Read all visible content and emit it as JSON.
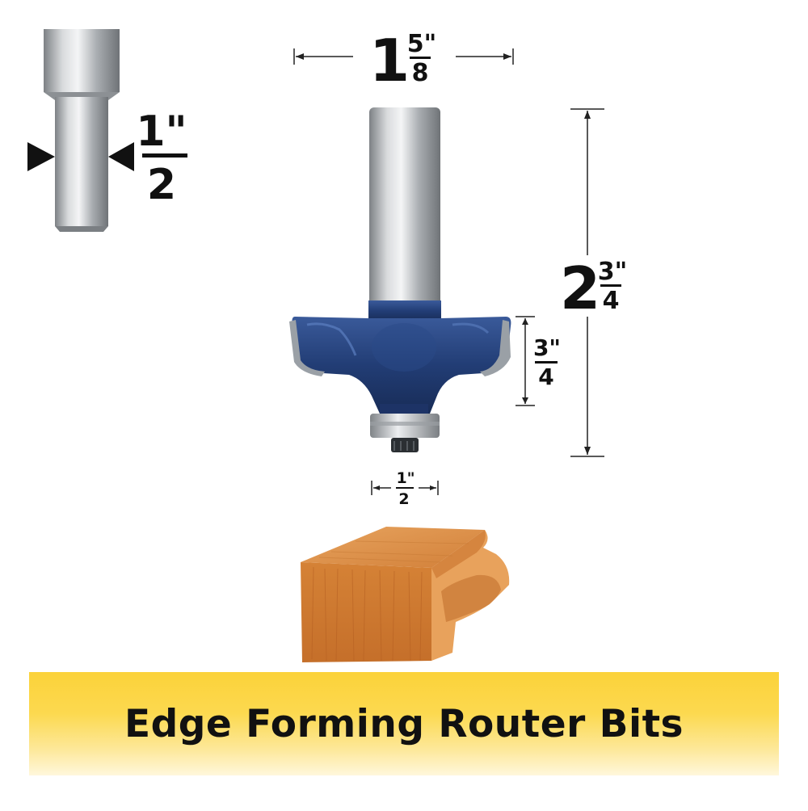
{
  "banner": {
    "title": "Edge Forming Router Bits"
  },
  "dimensions": {
    "overall_width": {
      "whole": "1",
      "numerator": "5\"",
      "denominator": "8"
    },
    "overall_height": {
      "whole": "2",
      "numerator": "3\"",
      "denominator": "4"
    },
    "shank": {
      "numerator": "1\"",
      "denominator": "2"
    },
    "cut_height": {
      "numerator": "3\"",
      "denominator": "4"
    },
    "bearing": {
      "numerator": "1\"",
      "denominator": "2"
    }
  },
  "colors": {
    "cutter_blue": "#243f78",
    "shank_steel": "#b5b8bb",
    "wood": "#d9833c",
    "banner_yellow": "#fbd23a"
  }
}
